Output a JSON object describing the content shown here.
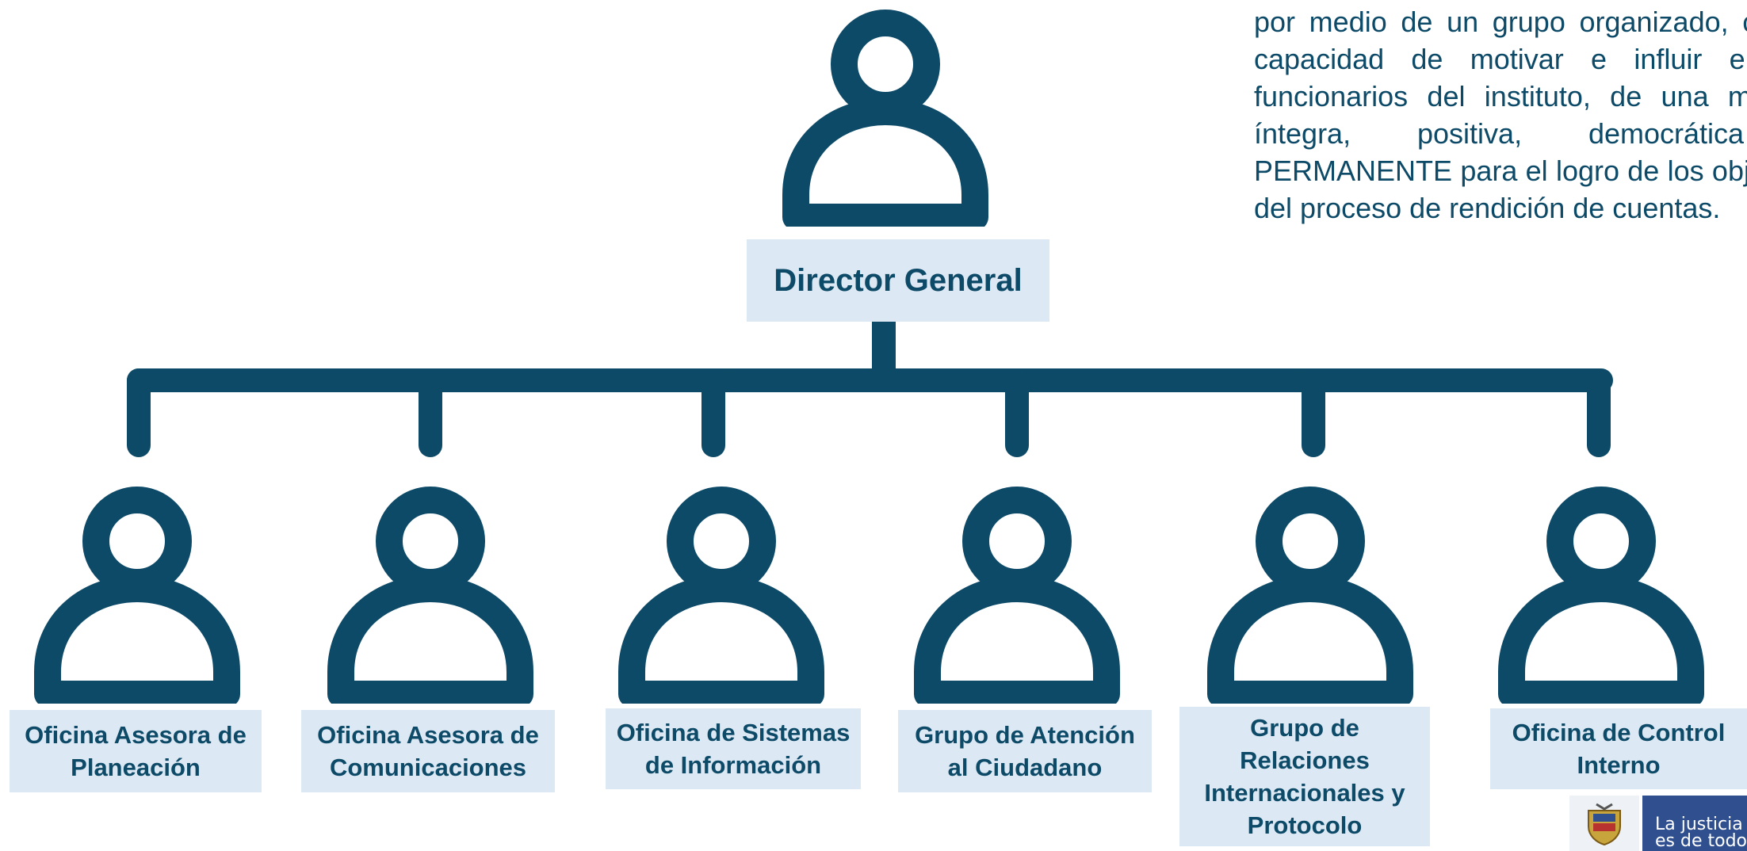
{
  "intro_text": "por medio de un grupo organizado, con la capacidad de motivar e influir en los funcionarios del instituto, de una manera íntegra, positiva, democrática y PERMANENTE para el logro de los objetivos del proceso de rendición de cuentas.",
  "org_chart": {
    "root": {
      "label": "Director General"
    },
    "children": [
      {
        "label": "Oficina Asesora de Planeación"
      },
      {
        "label": "Oficina Asesora de Comunicaciones"
      },
      {
        "label": "Oficina de Sistemas de Información"
      },
      {
        "label": "Grupo de Atención al Ciudadano"
      },
      {
        "label": "Grupo de Relaciones Internacionales y Protocolo"
      },
      {
        "label": "Oficina de Control Interno"
      }
    ]
  },
  "logo": {
    "line1": "La justicia",
    "line2": "es de todos"
  },
  "colors": {
    "primary": "#0d4a68",
    "label_bg": "#dce8f3",
    "logo_band": "#2f4f8f"
  },
  "icons": {
    "person": "person-icon",
    "seal": "coat-of-arms-icon"
  }
}
